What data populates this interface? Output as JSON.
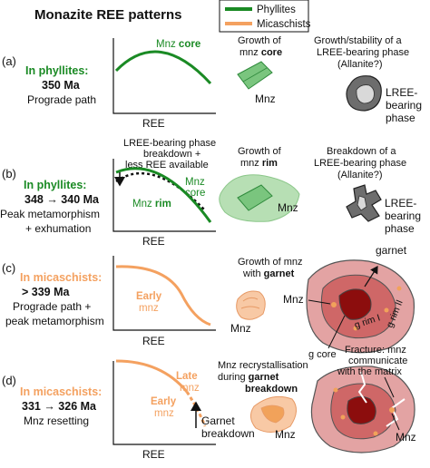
{
  "title": "Monazite REE patterns",
  "legend": {
    "phyllites": "Phyllites",
    "micaschists": "Micaschists",
    "color_phyllites": "#1a8a24",
    "color_micaschists": "#f4a160"
  },
  "panels": {
    "a": {
      "letter": "(a)",
      "host": "In phyllites:",
      "age": "350 Ma",
      "desc": [
        "Prograde path"
      ],
      "axis": "REE",
      "curve_label_pre": "Mnz ",
      "curve_label_bold": "core",
      "growth": [
        "Growth of",
        "mnz "
      ],
      "growth_bold": "core",
      "mnz": "Mnz",
      "phase_title": [
        "Growth/stability of a",
        "LREE-bearing phase",
        "(Allanite?)"
      ],
      "phase_label": [
        "LREE-",
        "bearing",
        "phase"
      ]
    },
    "b": {
      "letter": "(b)",
      "host": "In phyllites:",
      "age": "348 → 340 Ma",
      "desc": [
        "Peak metamorphism",
        "+ exhumation"
      ],
      "axis": "REE",
      "note": [
        "LREE-bearing phase",
        "breakdown +",
        "less REE available"
      ],
      "core_label": [
        "Mnz",
        "core"
      ],
      "rim_label_pre": "Mnz ",
      "rim_label_bold": "rim",
      "growth": [
        "Growth of",
        "mnz "
      ],
      "growth_bold": "rim",
      "mnz": "Mnz",
      "phase_title": [
        "Breakdown of a",
        "LREE-bearing phase",
        "(Allanite?)"
      ],
      "phase_label": [
        "LREE-",
        "bearing",
        "phase"
      ]
    },
    "c": {
      "letter": "(c)",
      "host": "In micaschists:",
      "age": "> 339 Ma",
      "desc": [
        "Prograde path +",
        "peak metamorphism"
      ],
      "axis": "REE",
      "curve_label": [
        "Early",
        "mnz"
      ],
      "growth": "Growth of mnz",
      "growth2_pre": "with ",
      "growth2_bold": "garnet",
      "mnz": "Mnz",
      "mnz2": "Mnz",
      "g_core": "g core",
      "g_rim1": "g rim I",
      "g_rim2": "g rim II",
      "garnet": "garnet"
    },
    "d": {
      "letter": "(d)",
      "host": "In micaschists:",
      "age": "331 → 326 Ma",
      "desc": [
        "Mnz resetting"
      ],
      "axis": "REE",
      "late_label": [
        "Late",
        "mnz"
      ],
      "early_label": [
        "Early",
        "mnz"
      ],
      "breakdown_label": [
        "Garnet",
        "breakdown"
      ],
      "recryst": [
        "Mnz recrystallisation",
        "during "
      ],
      "recryst_bold1": "garnet",
      "recryst_bold2": "breakdown",
      "mnz": "Mnz",
      "mnz2": "Mnz",
      "fracture": [
        "Fracture: mnz",
        "communicate",
        "with the matrix"
      ]
    }
  }
}
